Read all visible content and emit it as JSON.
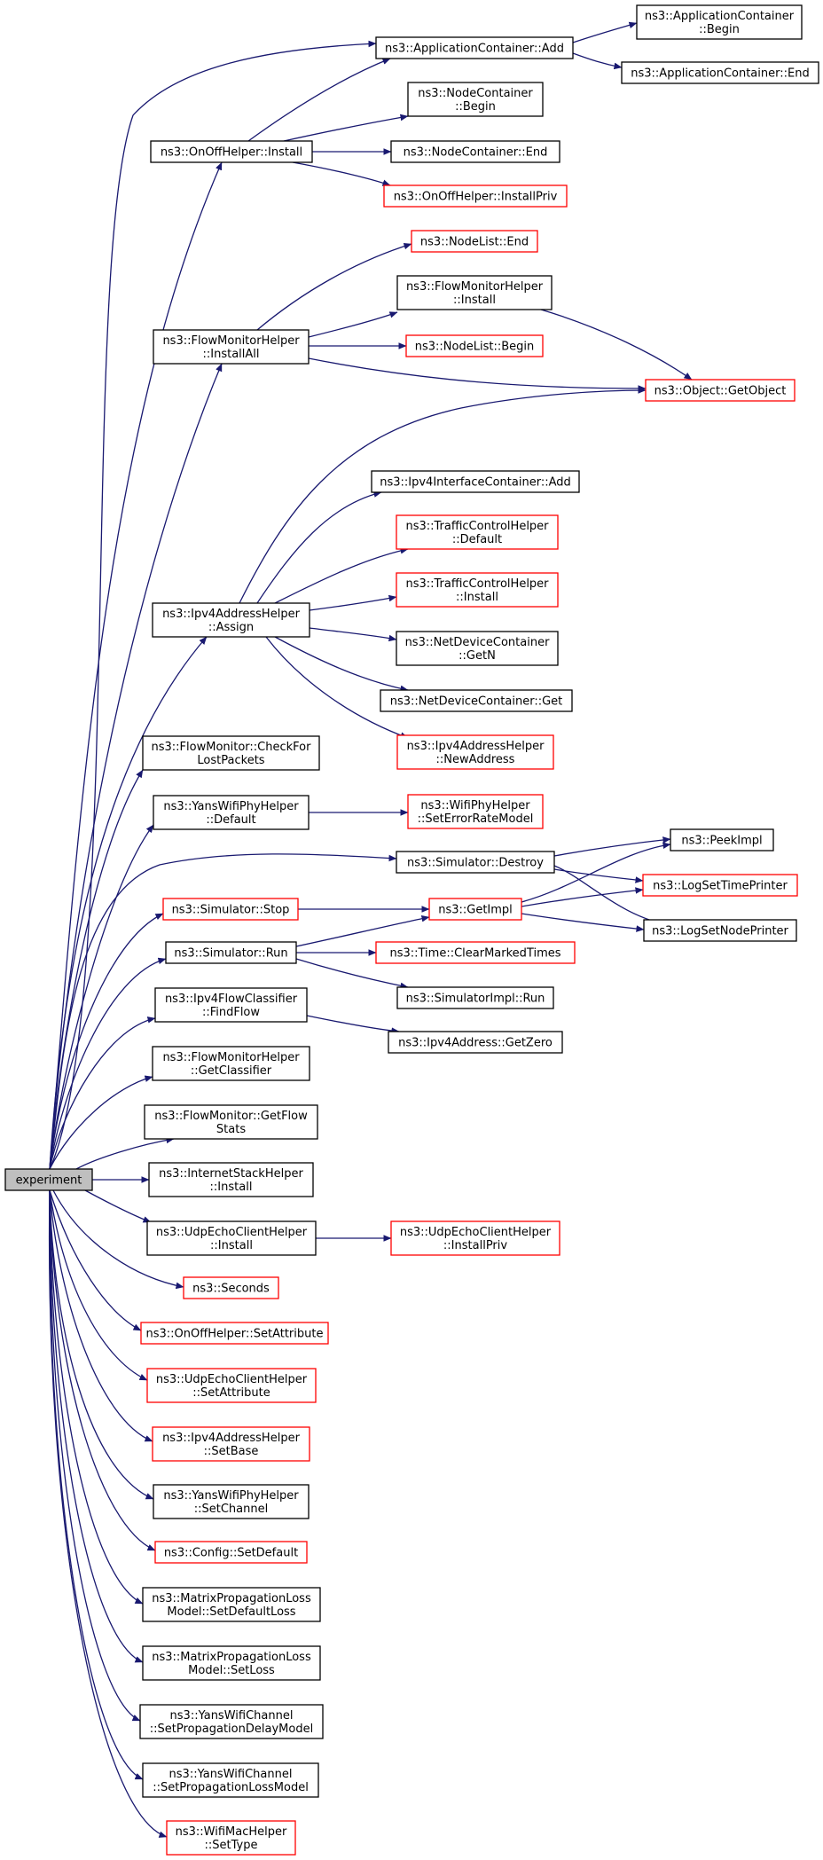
{
  "colors": {
    "edge": "#191970",
    "root_fill": "#bfbfbf",
    "box_black": "#000000",
    "box_red": "#ff0000",
    "box_fill": "#ffffff"
  },
  "nodes": [
    {
      "id": "experiment",
      "lines": [
        "experiment"
      ],
      "style": "root"
    },
    {
      "id": "appc_add",
      "lines": [
        "ns3::ApplicationContainer::Add"
      ],
      "style": "black"
    },
    {
      "id": "appc_begin",
      "lines": [
        "ns3::ApplicationContainer",
        "::Begin"
      ],
      "style": "black"
    },
    {
      "id": "appc_end",
      "lines": [
        "ns3::ApplicationContainer::End"
      ],
      "style": "black"
    },
    {
      "id": "onoff_install",
      "lines": [
        "ns3::OnOffHelper::Install"
      ],
      "style": "black"
    },
    {
      "id": "nodec_begin",
      "lines": [
        "ns3::NodeContainer",
        "::Begin"
      ],
      "style": "black"
    },
    {
      "id": "nodec_end",
      "lines": [
        "ns3::NodeContainer::End"
      ],
      "style": "black"
    },
    {
      "id": "onoff_installpriv",
      "lines": [
        "ns3::OnOffHelper::InstallPriv"
      ],
      "style": "red"
    },
    {
      "id": "nodelist_end",
      "lines": [
        "ns3::NodeList::End"
      ],
      "style": "red"
    },
    {
      "id": "fmh_install",
      "lines": [
        "ns3::FlowMonitorHelper",
        "::Install"
      ],
      "style": "black"
    },
    {
      "id": "fmh_installall",
      "lines": [
        "ns3::FlowMonitorHelper",
        "::InstallAll"
      ],
      "style": "black"
    },
    {
      "id": "nodelist_begin",
      "lines": [
        "ns3::NodeList::Begin"
      ],
      "style": "red"
    },
    {
      "id": "object_getobject",
      "lines": [
        "ns3::Object::GetObject"
      ],
      "style": "red"
    },
    {
      "id": "ipv4ic_add",
      "lines": [
        "ns3::Ipv4InterfaceContainer::Add"
      ],
      "style": "black"
    },
    {
      "id": "tch_default",
      "lines": [
        "ns3::TrafficControlHelper",
        "::Default"
      ],
      "style": "red"
    },
    {
      "id": "tch_install",
      "lines": [
        "ns3::TrafficControlHelper",
        "::Install"
      ],
      "style": "red"
    },
    {
      "id": "ipv4ah_assign",
      "lines": [
        "ns3::Ipv4AddressHelper",
        "::Assign"
      ],
      "style": "black"
    },
    {
      "id": "ndc_getn",
      "lines": [
        "ns3::NetDeviceContainer",
        "::GetN"
      ],
      "style": "black"
    },
    {
      "id": "ndc_get",
      "lines": [
        "ns3::NetDeviceContainer::Get"
      ],
      "style": "black"
    },
    {
      "id": "ipv4ah_newaddress",
      "lines": [
        "ns3::Ipv4AddressHelper",
        "::NewAddress"
      ],
      "style": "red"
    },
    {
      "id": "fm_checkforlost",
      "lines": [
        "ns3::FlowMonitor::CheckFor",
        "LostPackets"
      ],
      "style": "black"
    },
    {
      "id": "ywph_default",
      "lines": [
        "ns3::YansWifiPhyHelper",
        "::Default"
      ],
      "style": "black"
    },
    {
      "id": "wph_seterrorrate",
      "lines": [
        "ns3::WifiPhyHelper",
        "::SetErrorRateModel"
      ],
      "style": "red"
    },
    {
      "id": "peekimpl",
      "lines": [
        "ns3::PeekImpl"
      ],
      "style": "black"
    },
    {
      "id": "sim_destroy",
      "lines": [
        "ns3::Simulator::Destroy"
      ],
      "style": "black"
    },
    {
      "id": "logsettimeprinter",
      "lines": [
        "ns3::LogSetTimePrinter"
      ],
      "style": "red"
    },
    {
      "id": "sim_stop",
      "lines": [
        "ns3::Simulator::Stop"
      ],
      "style": "red"
    },
    {
      "id": "getimpl",
      "lines": [
        "ns3::GetImpl"
      ],
      "style": "red"
    },
    {
      "id": "logsetnodeprinter",
      "lines": [
        "ns3::LogSetNodePrinter"
      ],
      "style": "black"
    },
    {
      "id": "sim_run",
      "lines": [
        "ns3::Simulator::Run"
      ],
      "style": "black"
    },
    {
      "id": "time_clearmarked",
      "lines": [
        "ns3::Time::ClearMarkedTimes"
      ],
      "style": "red"
    },
    {
      "id": "simimpl_run",
      "lines": [
        "ns3::SimulatorImpl::Run"
      ],
      "style": "black"
    },
    {
      "id": "ipv4fc_findflow",
      "lines": [
        "ns3::Ipv4FlowClassifier",
        "::FindFlow"
      ],
      "style": "black"
    },
    {
      "id": "ipv4addr_getzero",
      "lines": [
        "ns3::Ipv4Address::GetZero"
      ],
      "style": "black"
    },
    {
      "id": "fmh_getclassifier",
      "lines": [
        "ns3::FlowMonitorHelper",
        "::GetClassifier"
      ],
      "style": "black"
    },
    {
      "id": "fm_getflowstats",
      "lines": [
        "ns3::FlowMonitor::GetFlow",
        "Stats"
      ],
      "style": "black"
    },
    {
      "id": "ish_install",
      "lines": [
        "ns3::InternetStackHelper",
        "::Install"
      ],
      "style": "black"
    },
    {
      "id": "uech_install",
      "lines": [
        "ns3::UdpEchoClientHelper",
        "::Install"
      ],
      "style": "black"
    },
    {
      "id": "uech_installpriv",
      "lines": [
        "ns3::UdpEchoClientHelper",
        "::InstallPriv"
      ],
      "style": "red"
    },
    {
      "id": "seconds",
      "lines": [
        "ns3::Seconds"
      ],
      "style": "red"
    },
    {
      "id": "onoff_setattr",
      "lines": [
        "ns3::OnOffHelper::SetAttribute"
      ],
      "style": "red"
    },
    {
      "id": "uech_setattr",
      "lines": [
        "ns3::UdpEchoClientHelper",
        "::SetAttribute"
      ],
      "style": "red"
    },
    {
      "id": "ipv4ah_setbase",
      "lines": [
        "ns3::Ipv4AddressHelper",
        "::SetBase"
      ],
      "style": "red"
    },
    {
      "id": "ywph_setchannel",
      "lines": [
        "ns3::YansWifiPhyHelper",
        "::SetChannel"
      ],
      "style": "black"
    },
    {
      "id": "config_setdefault",
      "lines": [
        "ns3::Config::SetDefault"
      ],
      "style": "red"
    },
    {
      "id": "mplm_setdefaultloss",
      "lines": [
        "ns3::MatrixPropagationLoss",
        "Model::SetDefaultLoss"
      ],
      "style": "black"
    },
    {
      "id": "mplm_setloss",
      "lines": [
        "ns3::MatrixPropagationLoss",
        "Model::SetLoss"
      ],
      "style": "black"
    },
    {
      "id": "ywc_setdelay",
      "lines": [
        "ns3::YansWifiChannel",
        "::SetPropagationDelayModel"
      ],
      "style": "black"
    },
    {
      "id": "ywc_setloss",
      "lines": [
        "ns3::YansWifiChannel",
        "::SetPropagationLossModel"
      ],
      "style": "black"
    },
    {
      "id": "wmh_settype",
      "lines": [
        "ns3::WifiMacHelper",
        "::SetType"
      ],
      "style": "red"
    }
  ]
}
